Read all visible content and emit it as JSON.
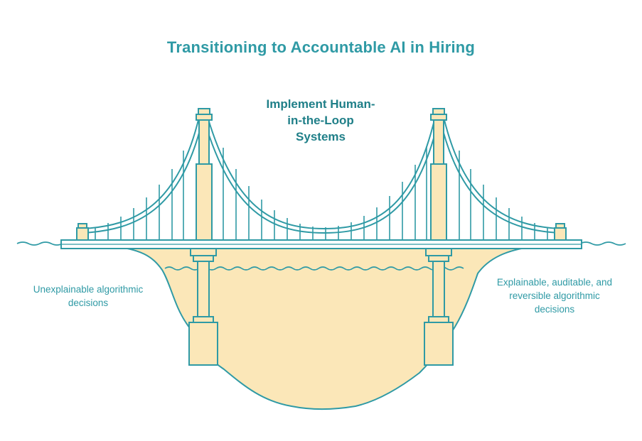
{
  "title": "Transitioning to Accountable AI in Hiring",
  "bridge_label": {
    "lines": [
      "Implement Human-",
      "in-the-Loop",
      "Systems"
    ]
  },
  "left_bank": {
    "lines": [
      "Unexplainable algorithmic",
      "decisions"
    ]
  },
  "right_bank": {
    "lines": [
      "Explainable, auditable, and",
      "reversible algorithmic",
      "decisions"
    ]
  },
  "colors": {
    "teal": "#2f9aa5",
    "teal_dark": "#1f7f88",
    "sand": "#fbe7b8",
    "background": "#ffffff"
  },
  "icons": {
    "bridge": "suspension-bridge-illustration"
  }
}
